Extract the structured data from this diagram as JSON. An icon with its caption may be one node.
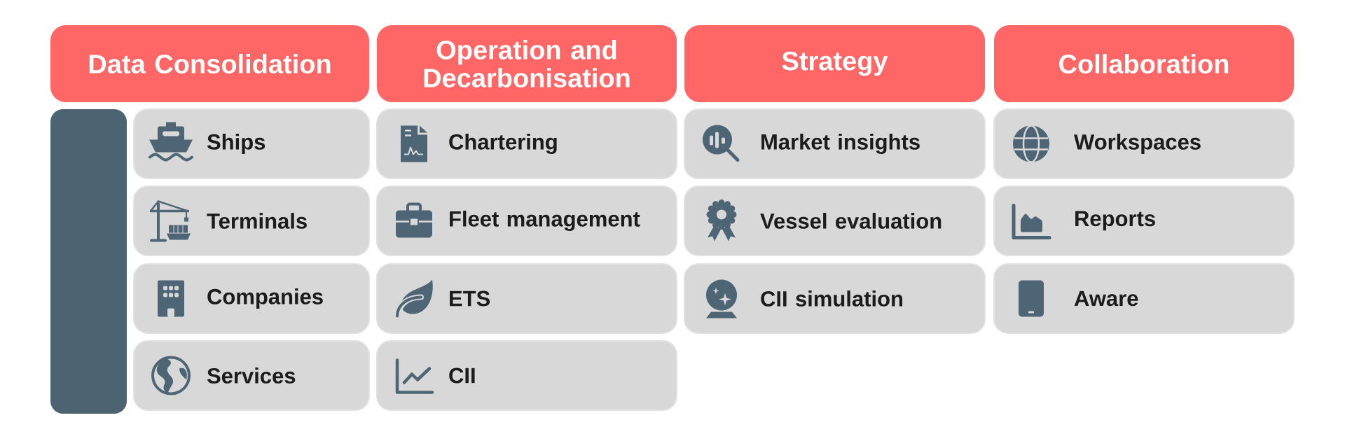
{
  "diagram": {
    "nodes": [
      {
        "text": [
          "Data Consolidation"
        ]
      },
      {
        "text": [],
        "shape": "box"
      },
      {
        "text": [
          "Ships"
        ]
      },
      {
        "text": [
          "Terminals"
        ]
      },
      {
        "text": [
          "Companies"
        ]
      },
      {
        "text": [
          "Services"
        ]
      },
      {
        "text": [
          "Operation and Decarbonisation"
        ]
      },
      {
        "text": [
          "Chartering"
        ]
      },
      {
        "text": [
          "Fleet management"
        ]
      },
      {
        "text": [
          "ETS"
        ]
      },
      {
        "text": [
          "CII"
        ]
      },
      {
        "text": [
          "Strategy"
        ]
      },
      {
        "text": [
          "Market insights"
        ]
      },
      {
        "text": [
          "Vessel evaluation"
        ]
      },
      {
        "text": [
          "CII simulation"
        ]
      },
      {
        "text": [
          "Collaboration"
        ]
      },
      {
        "text": [
          "Workspaces"
        ]
      },
      {
        "text": [
          "Reports"
        ]
      },
      {
        "text": [
          "Aware"
        ]
      }
    ]
  }
}
